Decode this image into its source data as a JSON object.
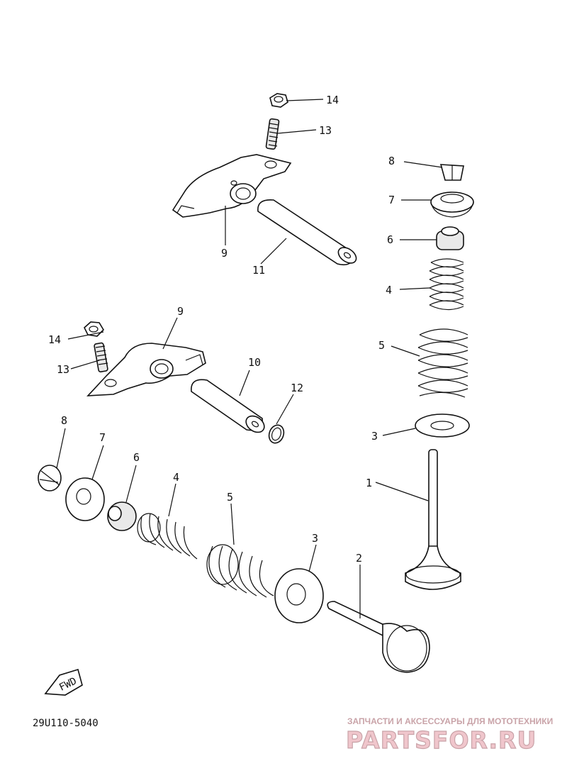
{
  "diagram": {
    "catalog_code": "29U110-5040",
    "fwd_label": "FWD",
    "callouts": {
      "c1": "1",
      "c2": "2",
      "c3a": "3",
      "c3b": "3",
      "c4a": "4",
      "c4b": "4",
      "c5a": "5",
      "c5b": "5",
      "c6a": "6",
      "c6b": "6",
      "c7a": "7",
      "c7b": "7",
      "c8a": "8",
      "c8b": "8",
      "c9a": "9",
      "c9b": "9",
      "c10": "10",
      "c11": "11",
      "c12": "12",
      "c13a": "13",
      "c13b": "13",
      "c14a": "14",
      "c14b": "14"
    }
  },
  "watermark": {
    "tagline": "ЗАПЧАСТИ И АКСЕССУАРЫ ДЛЯ МОТОТЕХНИКИ",
    "brand": "PARTSFOR.RU",
    "colors": {
      "fill": "#f0c6cc",
      "stroke": "#c9a3a8"
    }
  }
}
